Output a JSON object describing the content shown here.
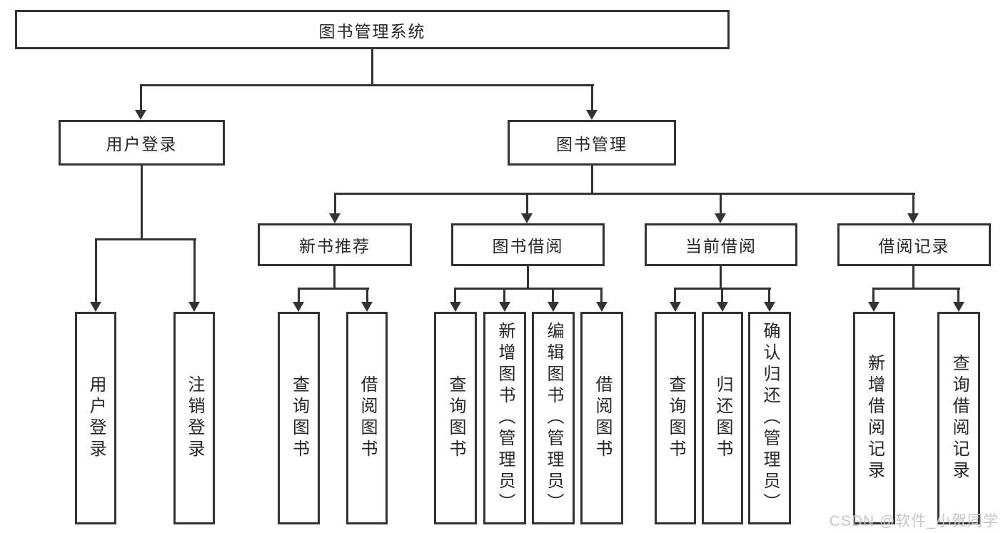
{
  "diagram": {
    "root": {
      "label": "图书管理系统"
    },
    "branches": [
      {
        "label": "用户登录",
        "children": [
          {
            "label": "用户登录"
          },
          {
            "label": "注销登录"
          }
        ]
      },
      {
        "label": "图书管理",
        "children": [
          {
            "label": "新书推荐",
            "children": [
              {
                "label": "查询图书"
              },
              {
                "label": "借阅图书"
              }
            ]
          },
          {
            "label": "图书借阅",
            "children": [
              {
                "label": "查询图书"
              },
              {
                "label": "新增图书（管理员）"
              },
              {
                "label": "编辑图书（管理员）"
              },
              {
                "label": "借阅图书"
              }
            ]
          },
          {
            "label": "当前借阅",
            "children": [
              {
                "label": "查询图书"
              },
              {
                "label": "归还图书"
              },
              {
                "label": "确认归还（管理员）"
              }
            ]
          },
          {
            "label": "借阅记录",
            "children": [
              {
                "label": "新增借阅记录"
              },
              {
                "label": "查询借阅记录"
              }
            ]
          }
        ]
      }
    ]
  },
  "watermark": {
    "text": "CSDN @软件_小贺同学"
  },
  "colors": {
    "line": "#333333",
    "text": "#262626",
    "watermark": "#c3c6cb",
    "background": "#ffffff"
  }
}
